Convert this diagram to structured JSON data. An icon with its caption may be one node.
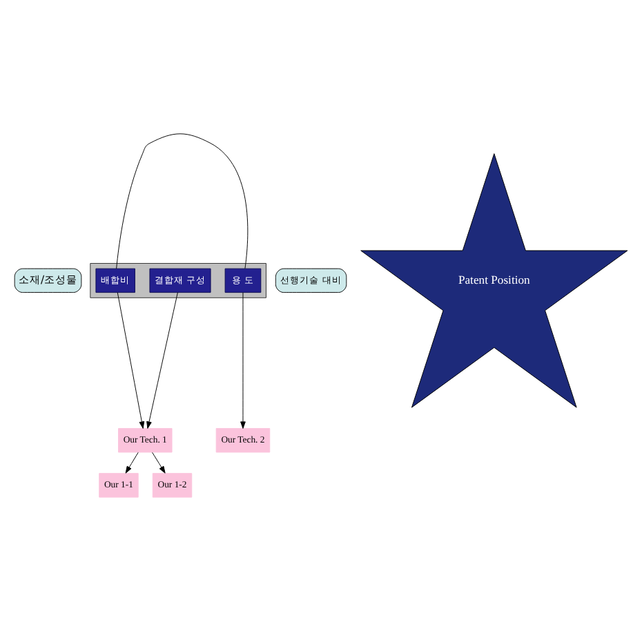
{
  "diagram": {
    "nodes": [
      {
        "text": [
          "소재/조성물"
        ]
      },
      {
        "text": [],
        "shape": "bar"
      },
      {
        "text": [
          "결합재 구성"
        ],
        "in": 1
      },
      {
        "text": [
          "배합비"
        ],
        "in": 1
      },
      {
        "text": [
          "용 도"
        ],
        "in": 1
      },
      {
        "text": [
          "선행기술 대비"
        ]
      },
      {
        "text": [
          "Our Tech. 1"
        ]
      },
      {
        "text": [
          "Our Tech. 2"
        ]
      },
      {
        "text": [
          "Our 1-1"
        ]
      },
      {
        "text": [
          "Our 1-2"
        ]
      },
      {
        "text": [
          "Patent Position"
        ]
      }
    ],
    "edges": [
      {
        "from": 3,
        "to": 4,
        "arrow": "none"
      },
      {
        "from": 2,
        "to": 6,
        "arrow": "to"
      },
      {
        "from": 3,
        "to": 6,
        "arrow": "to"
      },
      {
        "from": 4,
        "to": 7,
        "arrow": "to"
      },
      {
        "from": 6,
        "to": 8,
        "arrow": "to"
      },
      {
        "from": 6,
        "to": 9,
        "arrow": "to"
      }
    ]
  }
}
